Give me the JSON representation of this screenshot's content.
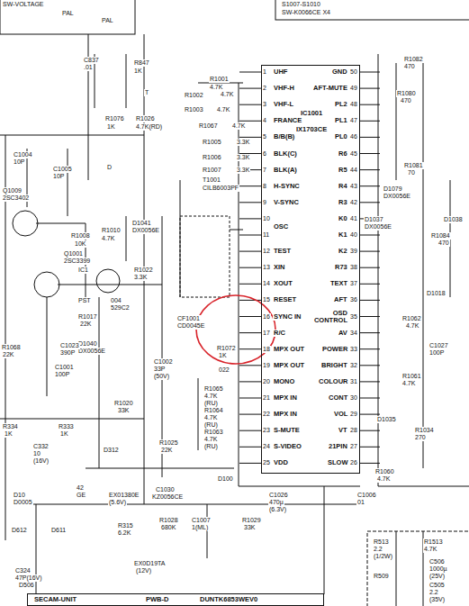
{
  "diagram": {
    "nodes": [
      {
        "text": [
          "IC1001",
          "IX1703CE"
        ]
      },
      {
        "text": [
          "SECAM-UNIT",
          "PWB-D",
          "DUNTK6853WEV0"
        ]
      }
    ],
    "labels": [
      "UHF",
      "VHF-H",
      "VHF-L",
      "FRANCE",
      "B/B(B)",
      "BLK(C)",
      "BLK(A)",
      "H-SYNC",
      "V-SYNC",
      "OSC",
      "TEST",
      "XIN",
      "XOUT",
      "RESET",
      "SYNC IN",
      "R/C",
      "MPX OUT",
      "MPX OUT",
      "MONO",
      "MPX IN",
      "MPX IN",
      "S-MUTE",
      "S-VIDEO",
      "VDD",
      "GND",
      "AFT-MUTE",
      "PL2",
      "PL1",
      "PL0",
      "R6",
      "R5",
      "R4",
      "R3",
      "K0",
      "K1",
      "K2",
      "R73",
      "TEXT",
      "AFT",
      "OSD CONTROL",
      "AV",
      "POWER",
      "BRIGHT",
      "COLOUR",
      "CONT",
      "VOL",
      "VT",
      "21PIN",
      "SLOW",
      "1",
      "2",
      "3",
      "4",
      "5",
      "6",
      "7",
      "8",
      "9",
      "10",
      "11",
      "12",
      "13",
      "14",
      "15",
      "16",
      "17",
      "18",
      "19",
      "20",
      "21",
      "22",
      "23",
      "24",
      "25",
      "50",
      "49",
      "48",
      "47",
      "46",
      "45",
      "44",
      "43",
      "42",
      "41",
      "40",
      "39",
      "38",
      "37",
      "36",
      "35",
      "34",
      "33",
      "32",
      "31",
      "30",
      "29",
      "28",
      "27",
      "26",
      "SW-VOLTAGE",
      "PAL",
      "PAL",
      "S1007-S1010",
      "SW-K0066CE X4",
      "R847",
      "1K",
      "C837",
      ".01",
      "T",
      "R1076",
      "1K",
      "R1026",
      "4.7K(RD)",
      "R1001",
      "4.7K",
      "R1002",
      "4.7K",
      "R1003",
      "4.7K",
      "R1067",
      "4.7K",
      "R1005",
      "3.3K",
      "R1006",
      "3.3K",
      "R1007",
      "3.3K",
      "T1001",
      "CILB6003PF",
      "C1004",
      "10P",
      "C1005",
      "10P",
      "Q1009",
      "2SC3402",
      "Q1001",
      "2SC3399",
      "R1008",
      "10K",
      "R1010",
      "4.7K",
      "D1041",
      "DX0056E",
      "IC1",
      "004",
      "PST",
      "529C2",
      "R1022",
      "3.3K",
      "R1017",
      "22K",
      "D1040",
      "DX0056E",
      "CF1001",
      "CD0045E",
      "R1072",
      "1K",
      "C1002",
      "33P",
      "(50V)",
      "022",
      "R1065",
      "4.7K",
      "(RU)",
      "R1064",
      "4.7K",
      "(RU)",
      "R1063",
      "4.7K",
      "(RU)",
      "R1025",
      "22K",
      "R1020",
      "33K",
      "C1023",
      "390P",
      "C1001",
      "100P",
      "R1068",
      "22K",
      "R334",
      "1K",
      "R333",
      "1K",
      "C332",
      "10",
      "(16V)",
      "D312",
      "D100",
      "D10",
      "D0005",
      "42",
      "GE",
      "EX01380E",
      "(5.6V)",
      "C1030",
      "KZ0056CE",
      "C1026",
      "470µ",
      "(6.3V)",
      "C1006",
      "01",
      "D612",
      "D611",
      "C324",
      "47P(16V)",
      "R1028",
      "680K",
      "C1007",
      "1(ML)",
      "R1029",
      "33K",
      "R315",
      "6.2K",
      "EX0D19TA",
      "(12V)",
      "D506",
      "R1082",
      "470",
      "R1080",
      "470",
      "R1081",
      "70",
      "D1079",
      "DX0056E",
      "D1037",
      "DX0056E",
      "D1038",
      "R1084",
      "470",
      "D1018",
      "R1062",
      "4.7K",
      "C1027",
      "100P",
      "R1061",
      "4.7K",
      "D1035",
      "R1034",
      "270",
      "R1060",
      "4.7K",
      "R513",
      "2.2",
      "(1/2W)",
      "R1513",
      "4.7K",
      "R509",
      "C506",
      "1000µ",
      "(25V)",
      "C505",
      "2.2",
      "(35V)",
      "D"
    ]
  }
}
